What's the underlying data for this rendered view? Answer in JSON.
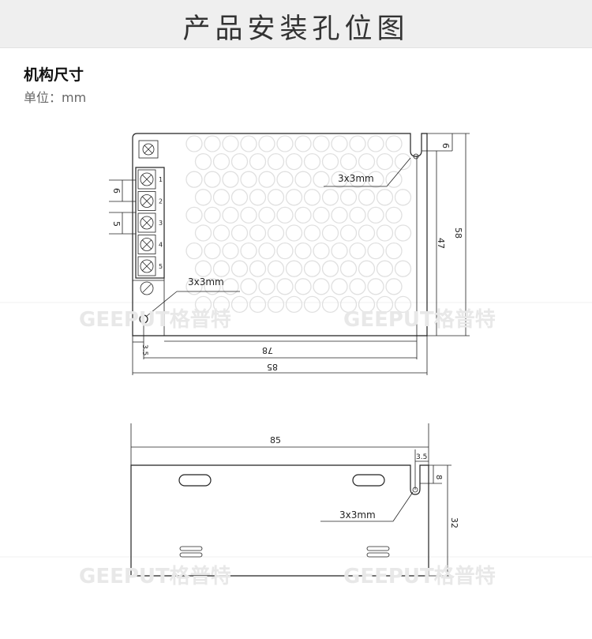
{
  "header": {
    "title": "产品安装孔位图"
  },
  "section": {
    "title": "机构尺寸",
    "unit": "单位：mm"
  },
  "watermark": "GEEPUT格普特",
  "top_view": {
    "hole_label": "3x3mm",
    "hole_label_2": "3x3mm",
    "terminals": [
      "1",
      "2",
      "3",
      "4",
      "5"
    ],
    "dims": {
      "width_outer": "85",
      "width_inner": "78",
      "height_outer": "58",
      "height_inner": "47",
      "top_offset": "6",
      "left_offset": "3.5",
      "pitch_a": "6",
      "pitch_b": "5"
    }
  },
  "side_view": {
    "hole_label": "3x3mm",
    "dims": {
      "width": "85",
      "right_offset": "3.5",
      "top_offset": "8",
      "height": "32"
    }
  }
}
